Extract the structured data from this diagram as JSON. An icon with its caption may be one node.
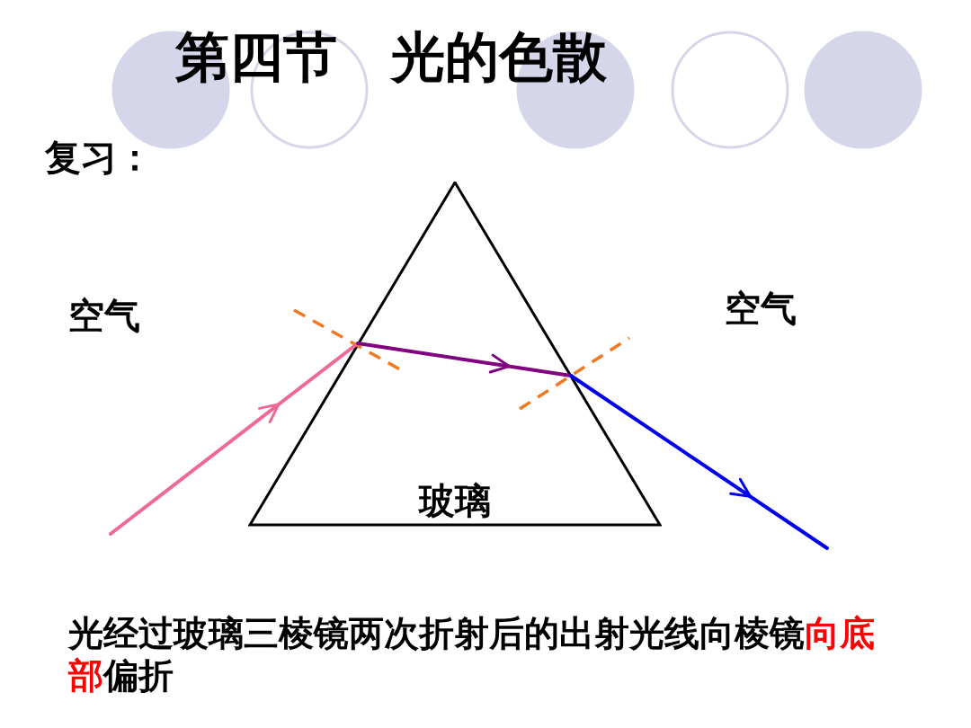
{
  "diagram": {
    "title": "第四节　光的色散",
    "nodes": [
      {
        "text": [
          "玻璃"
        ]
      }
    ],
    "labels": [
      "复习：",
      "空气",
      "空气"
    ],
    "caption": "光经过玻璃三棱镜两次折射后的出射光线向棱镜**向底部**偏折"
  }
}
